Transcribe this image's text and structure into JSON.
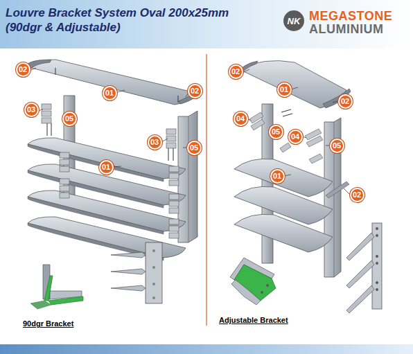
{
  "diagram": {
    "title": "Louvre Bracket System Oval 200x25mm (90dgr & Adjustable)",
    "nodes": [
      {
        "text": [
          "NK"
        ]
      },
      {
        "text": [
          "02"
        ]
      },
      {
        "text": [
          "01"
        ]
      },
      {
        "text": [
          "02"
        ]
      },
      {
        "text": [
          "03"
        ]
      },
      {
        "text": [
          "05"
        ]
      },
      {
        "text": [
          "03"
        ]
      },
      {
        "text": [
          "05"
        ]
      },
      {
        "text": [
          "01"
        ]
      },
      {
        "text": [
          "02"
        ]
      },
      {
        "text": [
          "01"
        ]
      },
      {
        "text": [
          "02"
        ]
      },
      {
        "text": [
          "04"
        ]
      },
      {
        "text": [
          "05"
        ]
      },
      {
        "text": [
          "04"
        ]
      },
      {
        "text": [
          "05"
        ]
      },
      {
        "text": [
          "01"
        ]
      },
      {
        "text": [
          "02"
        ]
      }
    ],
    "labels": [
      "MEGASTONE",
      "ALUMINIUM",
      "90dgr Bracket",
      "Adjustable Bracket"
    ]
  }
}
